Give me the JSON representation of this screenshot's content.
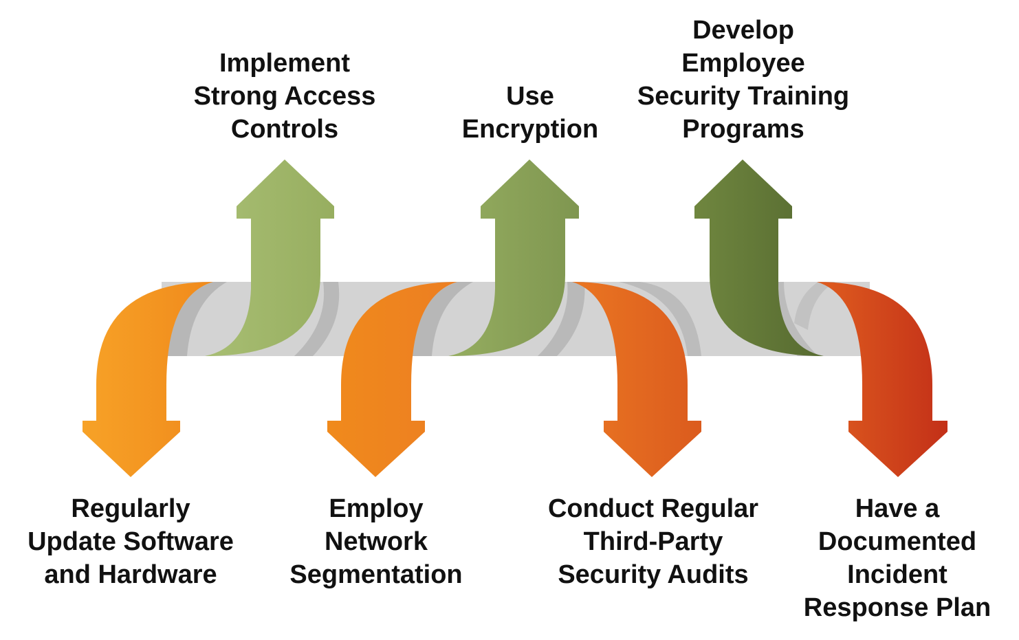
{
  "top_labels": [
    {
      "lines": [
        "Implement",
        "Strong Access",
        "Controls"
      ]
    },
    {
      "lines": [
        "Use",
        "Encryption"
      ]
    },
    {
      "lines": [
        "Develop",
        "Employee",
        "Security Training",
        "Programs"
      ]
    }
  ],
  "bottom_labels": [
    {
      "lines": [
        "Regularly",
        "Update Software",
        "and Hardware"
      ]
    },
    {
      "lines": [
        "Employ",
        "Network",
        "Segmentation"
      ]
    },
    {
      "lines": [
        "Conduct Regular",
        "Third-Party",
        "Security Audits"
      ]
    },
    {
      "lines": [
        "Have a",
        "Documented",
        "Incident",
        "Response Plan"
      ]
    }
  ],
  "colors": {
    "band": "#d3d3d3",
    "band_shadow": "#b3b3b3",
    "up_green_1": "#a3b96b",
    "up_green_2": "#8aa05a",
    "up_green_3": "#5e7135",
    "down_orange_1": "#f4961f",
    "down_orange_2": "#ef8a21",
    "down_orange_3": "#df6720",
    "down_red": "#c8371a"
  }
}
